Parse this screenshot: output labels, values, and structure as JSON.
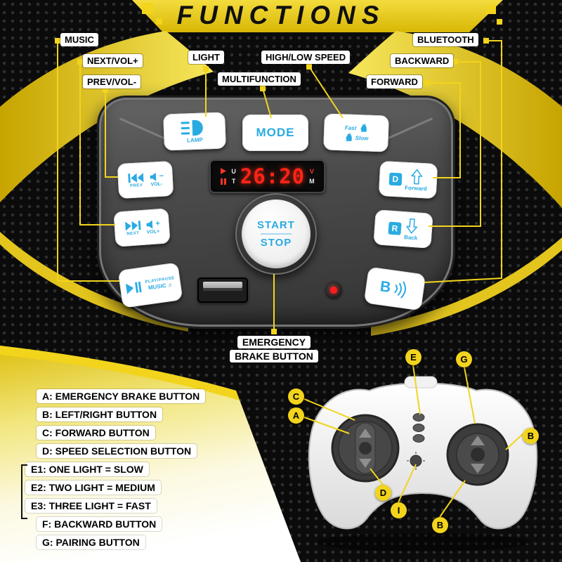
{
  "title": "FUNCTIONS",
  "callouts": {
    "music": "MUSIC",
    "next_vol": "NEXT/VOL+",
    "prev_vol": "PREV/VOL-",
    "light": "LIGHT",
    "multifunction": "MULTIFUNCTION",
    "high_low_speed": "HIGH/LOW SPEED",
    "bluetooth": "BLUETOOTH",
    "backward": "BACKWARD",
    "forward": "FORWARD",
    "emergency_line1": "EMERGENCY",
    "emergency_line2": "BRAKE BUTTON"
  },
  "panel": {
    "lamp_label": "LAMP",
    "mode_label": "MODE",
    "fast_label": "Fast",
    "slow_label": "Slow",
    "display": {
      "time": "26:20",
      "u": "U",
      "t": "T",
      "v": "V",
      "m": "M"
    },
    "prev_label": "PREV",
    "vol_minus": "VOL-",
    "next_label": "NEXT",
    "vol_plus": "VOL+",
    "play_pause": "PLAY/PAUSE",
    "music_label": "MUSIC",
    "start": "START",
    "stop": "STOP",
    "d": "D",
    "forward_label": "Forward",
    "r": "R",
    "back_label": "Back",
    "b": "B"
  },
  "icons": {
    "horse": "♞",
    "notes": "♬",
    "minus": "−",
    "plus": "+"
  },
  "legend": {
    "items": [
      "A: EMERGENCY BRAKE BUTTON",
      "B: LEFT/RIGHT BUTTON",
      "C: FORWARD BUTTON",
      "D: SPEED SELECTION BUTTON",
      "E1: ONE LIGHT = SLOW",
      "E2: TWO LIGHT = MEDIUM",
      "E3: THREE LIGHT = FAST",
      "F: BACKWARD BUTTON",
      "G: PAIRING BUTTON"
    ]
  },
  "remote": {
    "callout_c": "C",
    "callout_a": "A",
    "callout_e": "E",
    "callout_g": "G",
    "callout_d": "D",
    "callout_i": "I",
    "callout_b_bottom": "B",
    "callout_b_right": "B"
  },
  "colors": {
    "accent_blue": "#29abe2",
    "accent_yellow": "#f2d41c",
    "display_red": "#ff2316"
  }
}
